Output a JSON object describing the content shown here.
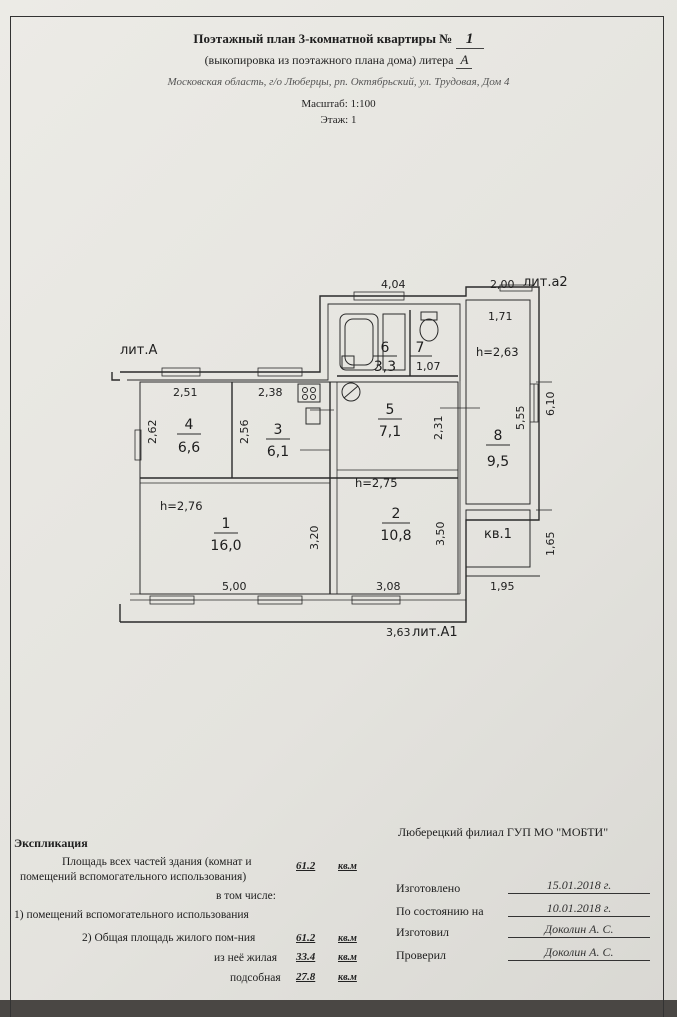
{
  "header": {
    "title_prefix": "Поэтажный план 3-комнатной квартиры №",
    "apartment_no": "1",
    "subtitle_prefix": "(выкопировка из поэтажного плана дома) литера",
    "litera": "А",
    "address": "Московская область, г/о Люберцы, рп. Октябрьский, ул. Трудовая, Дом 4",
    "scale": "Масштаб: 1:100",
    "floor": "Этаж: 1"
  },
  "plan": {
    "labels": {
      "lit_a": "лит.А",
      "lit_a1": "лит.А1",
      "lit_a2": "лит.а2",
      "kv1": "кв.1"
    },
    "rooms": [
      {
        "no": "1",
        "area": "16,0"
      },
      {
        "no": "2",
        "area": "10,8"
      },
      {
        "no": "3",
        "area": "6,1"
      },
      {
        "no": "4",
        "area": "6,6"
      },
      {
        "no": "5",
        "area": "7,1"
      },
      {
        "no": "6",
        "area": "3,3"
      },
      {
        "no": "7",
        "area": ""
      },
      {
        "no": "8",
        "area": "9,5"
      }
    ],
    "heights": {
      "h1": "h=2,76",
      "h2": "h=2,75",
      "h8": "h=2,63"
    },
    "dims": {
      "top_404": "4,04",
      "top_200": "2,00",
      "d171": "1,71",
      "d107": "1,07",
      "d251": "2,51",
      "d238": "2,38",
      "d262": "2,62",
      "d256": "2,56",
      "d231": "2,31",
      "d555": "5,55",
      "d610": "6,10",
      "d320": "3,20",
      "d350": "3,50",
      "d500": "5,00",
      "d308": "3,08",
      "d165": "1,65",
      "d195": "1,95",
      "d363": "3,63"
    }
  },
  "explication": {
    "title": "Экспликация",
    "total_area_line1": "Площадь всех частей здания (комнат и",
    "total_area_line2": "помещений вспомогательного использования)",
    "total_area_value": "61.2",
    "unit": "кв.м",
    "including": "в том числе:",
    "aux_label": "1) помещений вспомогательного использования",
    "living_total_label": "2) Общая площадь жилого пом-ния",
    "living_total_value": "61.2",
    "of_living_label": "из неё жилая",
    "of_living_value": "33.4",
    "auxiliary_label": "подсобная",
    "auxiliary_value": "27.8"
  },
  "organization": "Люберецкий филиал ГУП МО \"МОБТИ\"",
  "signatures": {
    "made_label": "Изготовлено",
    "made_value": "15.01.2018 г.",
    "state_label": "По состоянию на",
    "state_value": "10.01.2018 г.",
    "made_by_label": "Изготовил",
    "made_by_value": "Доколин А. С.",
    "checked_label": "Проверил",
    "checked_value": "Доколин А. С."
  }
}
